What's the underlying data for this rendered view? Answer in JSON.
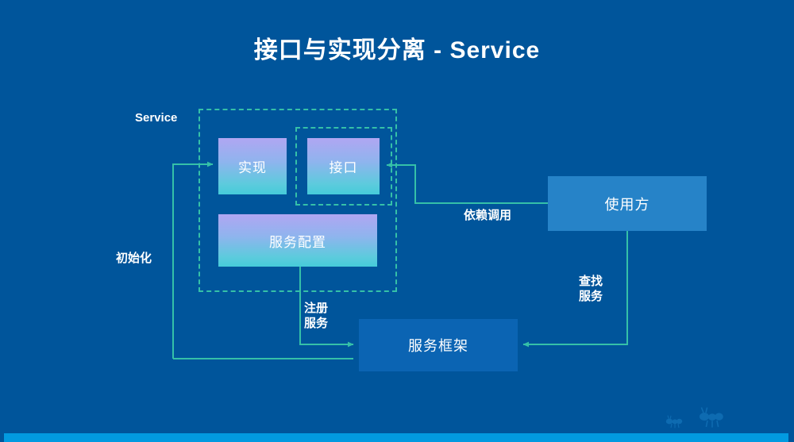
{
  "slide": {
    "title": "接口与实现分离 - Service",
    "background_color": "#00559b",
    "accent_color": "#35c0a8",
    "bottom_bar_color": "#029ae0"
  },
  "groups": {
    "service": {
      "label": "Service",
      "border_style": "dashed",
      "border_color": "#35c0a8"
    },
    "interface": {
      "label": "",
      "border_style": "dashed",
      "border_color": "#35c0a8"
    }
  },
  "cards": [
    {
      "id": "impl",
      "label": "实现",
      "fill": "gradient-purple-cyan"
    },
    {
      "id": "iface",
      "label": "接口",
      "fill": "gradient-purple-cyan"
    },
    {
      "id": "config",
      "label": "服务配置",
      "fill": "gradient-purple-cyan"
    }
  ],
  "boxes": [
    {
      "id": "consumer",
      "label": "使用方",
      "fill": "#2683c8"
    },
    {
      "id": "framework",
      "label": "服务框架",
      "fill": "#0b64b3"
    }
  ],
  "edge_labels": {
    "init": "初始化",
    "depend_call": "依赖调用",
    "register_service": "注册\n服务",
    "lookup_service": "查找\n服务"
  },
  "decorations": {
    "ant_small": "ant-icon",
    "ant_large": "ant-icon"
  }
}
